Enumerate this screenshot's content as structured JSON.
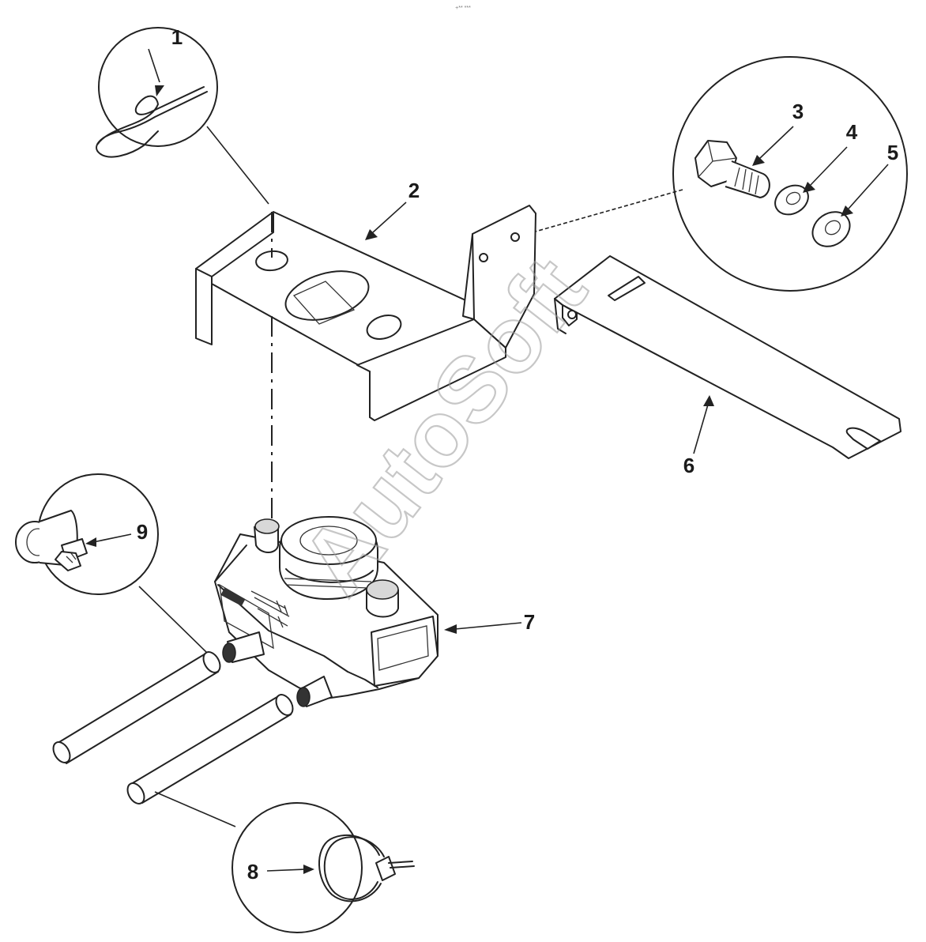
{
  "header_text": "+** ***",
  "watermark": "AutoSoft",
  "callouts": {
    "c1": "1",
    "c2": "2",
    "c3": "3",
    "c4": "4",
    "c5": "5",
    "c6": "6",
    "c7": "7",
    "c8": "8",
    "c9": "9"
  }
}
